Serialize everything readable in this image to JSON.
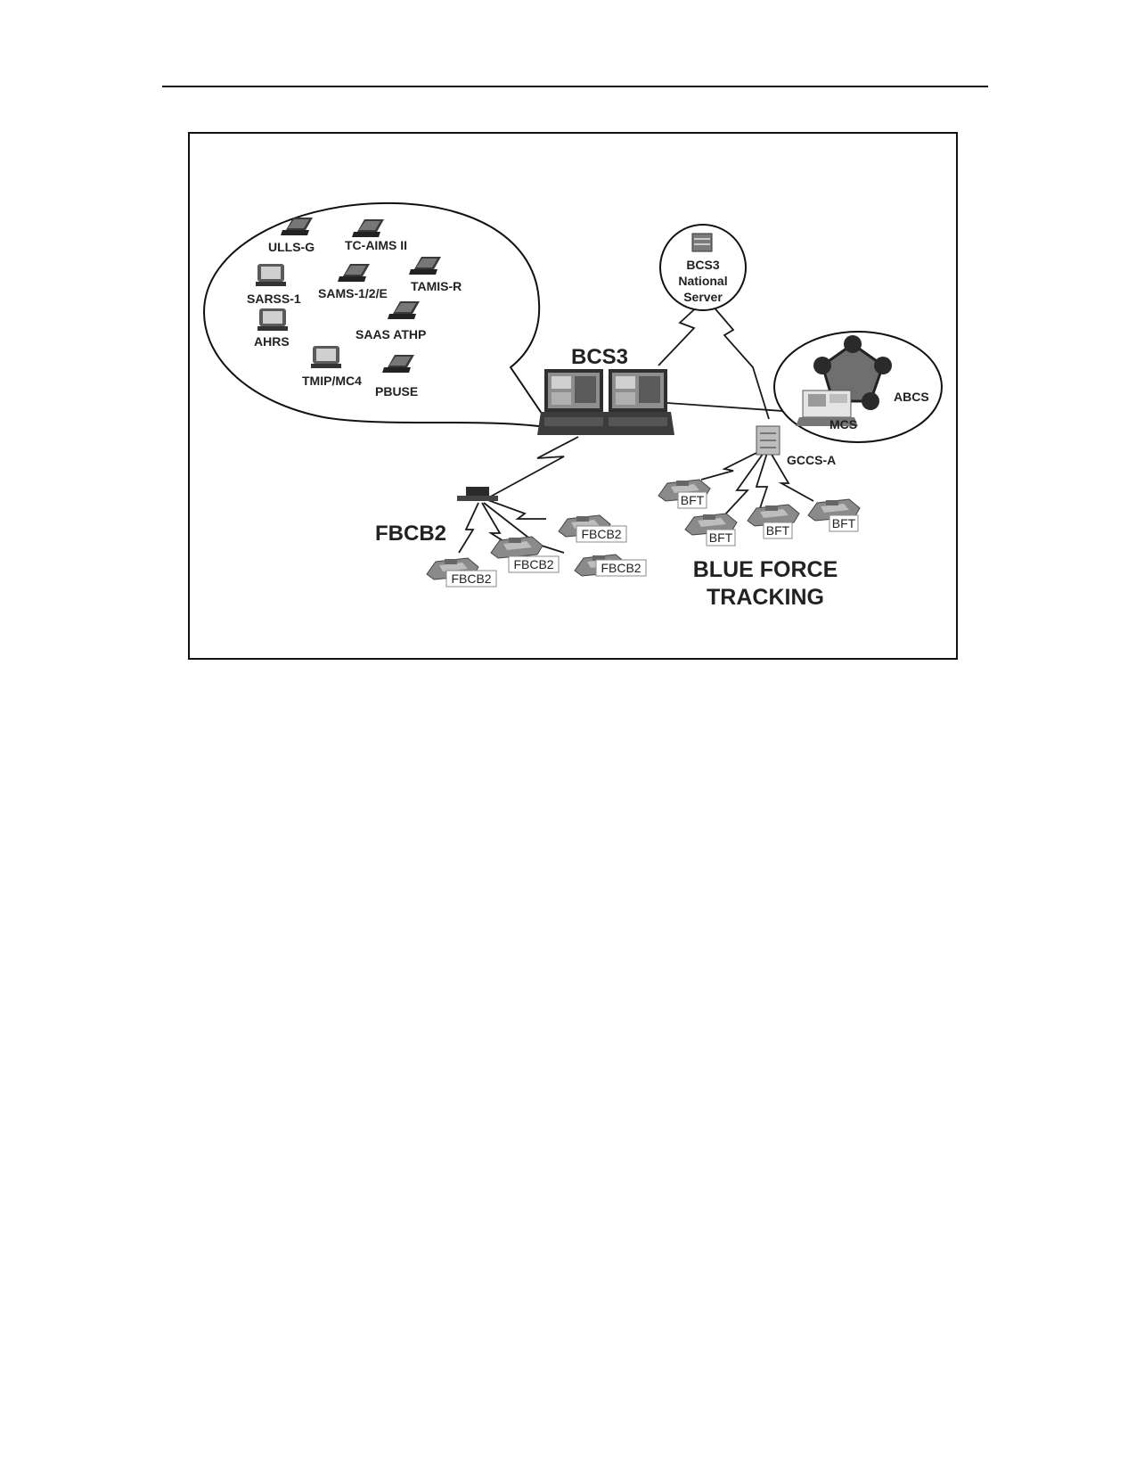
{
  "diagram": {
    "stamis_systems": {
      "ulls_g": "ULLS-G",
      "tc_aims": "TC-AIMS II",
      "sarss": "SARSS-1",
      "sams": "SAMS-1/2/E",
      "tamis": "TAMIS-R",
      "ahrs": "AHRS",
      "saas": "SAAS ATHP",
      "tmip": "TMIP/MC4",
      "pbuse": "PBUSE"
    },
    "bcs3_title": "BCS3",
    "national_server": {
      "line1": "BCS3",
      "line2": "National",
      "line3": "Server"
    },
    "abcs": "ABCS",
    "mcs": "MCS",
    "gccs_a": "GCCS-A",
    "fbcb2_title": "FBCB2",
    "fbcb2_nodes": [
      "FBCB2",
      "FBCB2",
      "FBCB2",
      "FBCB2"
    ],
    "bft_nodes": [
      "BFT",
      "BFT",
      "BFT",
      "BFT"
    ],
    "blue_force": {
      "line1": "BLUE FORCE",
      "line2": "TRACKING"
    }
  },
  "colors": {
    "pentagon_fill": "#6f6f6f",
    "node_dark": "#2a2a2a",
    "link_stroke": "#1a1a1a"
  }
}
